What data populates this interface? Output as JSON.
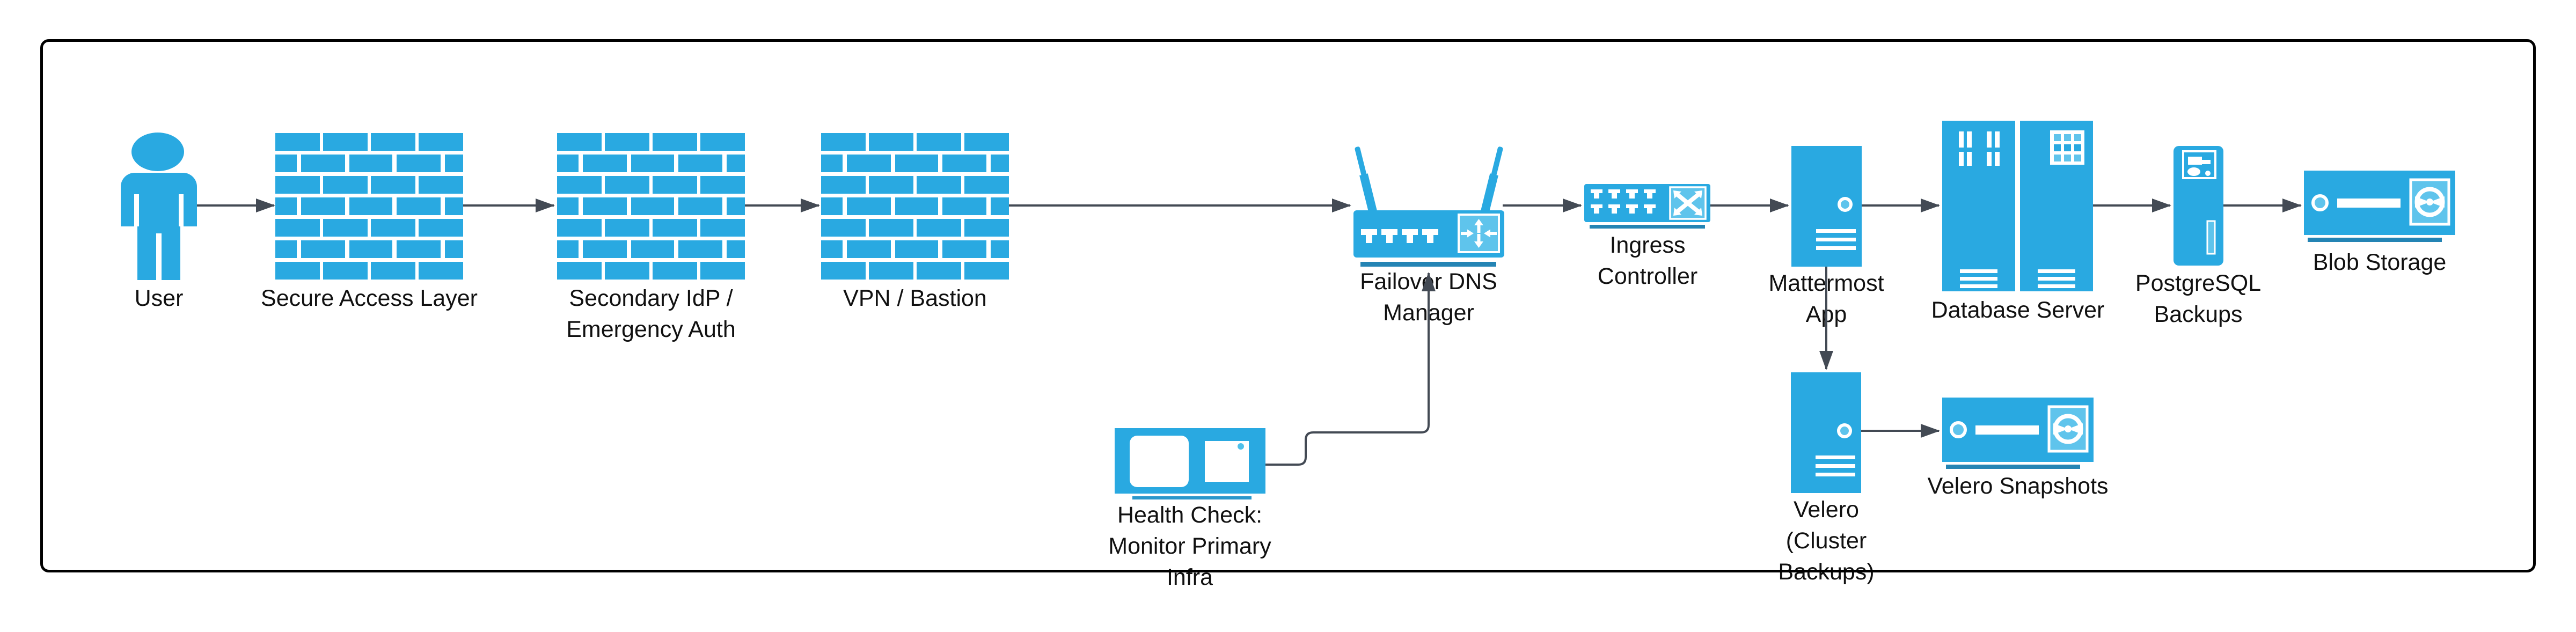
{
  "diagram": {
    "palette": {
      "node_fill": "#29A9E1",
      "node_fill_light": "#5FC4EC",
      "base_bar": "#2484B4",
      "underline_bar": "#2997CB",
      "connector": "#434A54",
      "frame_border": "#000000",
      "label_color": "#111111",
      "background": "#FFFFFF"
    },
    "nodes": [
      {
        "id": "user",
        "label": "User",
        "icon": "user-icon"
      },
      {
        "id": "secure-access-layer",
        "label": "Secure Access Layer",
        "icon": "firewall-icon"
      },
      {
        "id": "secondary-idp",
        "label": "Secondary IdP /\nEmergency Auth",
        "icon": "firewall-icon"
      },
      {
        "id": "vpn-bastion",
        "label": "VPN / Bastion",
        "icon": "firewall-icon"
      },
      {
        "id": "failover-dns-manager",
        "label": "Failover DNS\nManager",
        "icon": "wireless-router-icon"
      },
      {
        "id": "ingress-controller",
        "label": "Ingress\nController",
        "icon": "network-switch-icon"
      },
      {
        "id": "mattermost-app",
        "label": "Mattermost\nApp",
        "icon": "server-tower-icon"
      },
      {
        "id": "database-server",
        "label": "Database Server",
        "icon": "server-rack-icon"
      },
      {
        "id": "postgresql-backups",
        "label": "PostgreSQL\nBackups",
        "icon": "server-tower-small-icon"
      },
      {
        "id": "blob-storage",
        "label": "Blob Storage",
        "icon": "disk-storage-icon"
      },
      {
        "id": "health-check",
        "label": "Health Check:\nMonitor Primary\nInfra",
        "icon": "monitor-icon"
      },
      {
        "id": "velero",
        "label": "Velero\n(Cluster\nBackups)",
        "icon": "server-tower-icon"
      },
      {
        "id": "velero-snapshots",
        "label": "Velero Snapshots",
        "icon": "disk-storage-icon"
      }
    ],
    "edges": [
      {
        "from": "user",
        "to": "secure-access-layer"
      },
      {
        "from": "secure-access-layer",
        "to": "secondary-idp"
      },
      {
        "from": "secondary-idp",
        "to": "vpn-bastion"
      },
      {
        "from": "vpn-bastion",
        "to": "failover-dns-manager"
      },
      {
        "from": "failover-dns-manager",
        "to": "ingress-controller"
      },
      {
        "from": "ingress-controller",
        "to": "mattermost-app"
      },
      {
        "from": "mattermost-app",
        "to": "database-server"
      },
      {
        "from": "database-server",
        "to": "postgresql-backups"
      },
      {
        "from": "postgresql-backups",
        "to": "blob-storage"
      },
      {
        "from": "mattermost-app",
        "to": "velero"
      },
      {
        "from": "velero",
        "to": "velero-snapshots"
      },
      {
        "from": "health-check",
        "to": "failover-dns-manager"
      }
    ]
  }
}
